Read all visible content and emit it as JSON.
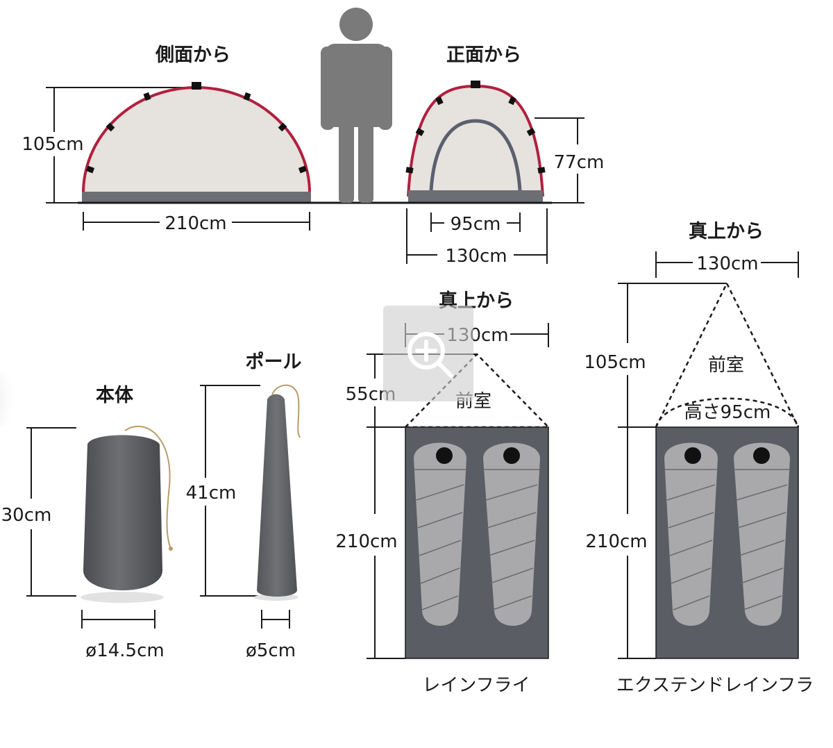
{
  "labels": {
    "side_view": "側面から",
    "front_view": "正面から",
    "top_view_1": "真上から",
    "top_view_2": "真上から",
    "body": "本体",
    "pole": "ポール",
    "vestibule_1": "前室",
    "vestibule_2": "前室",
    "vestibule_height": "高さ95cm",
    "rainfly": "レインフライ",
    "extend_rainfly": "エクステンドレインフラ"
  },
  "dimensions": {
    "side_height": "105cm",
    "side_length": "210cm",
    "front_height": "77cm",
    "front_inner_width": "95cm",
    "front_width": "130cm",
    "body_height": "30cm",
    "body_diameter": "ø14.5cm",
    "pole_height": "41cm",
    "pole_diameter": "ø5cm",
    "rf_width": "130cm",
    "rf_vestibule_depth": "55cm",
    "rf_length": "210cm",
    "ext_width": "130cm",
    "ext_vestibule_depth": "105cm",
    "ext_length": "210cm"
  },
  "colors": {
    "tent_fill": "#e6e2dd",
    "tent_frame": "#b1203f",
    "floor": "#6c6e73",
    "person": "#7a7a7a",
    "inner_pole": "#5b6070",
    "tent_top": "#5a5d63",
    "sleeping_bag": "#a9a9ab",
    "bag_grey": "#606165",
    "zoom_overlay": "#cfcfcf"
  },
  "icons": {
    "zoom": "zoom-in-icon"
  }
}
